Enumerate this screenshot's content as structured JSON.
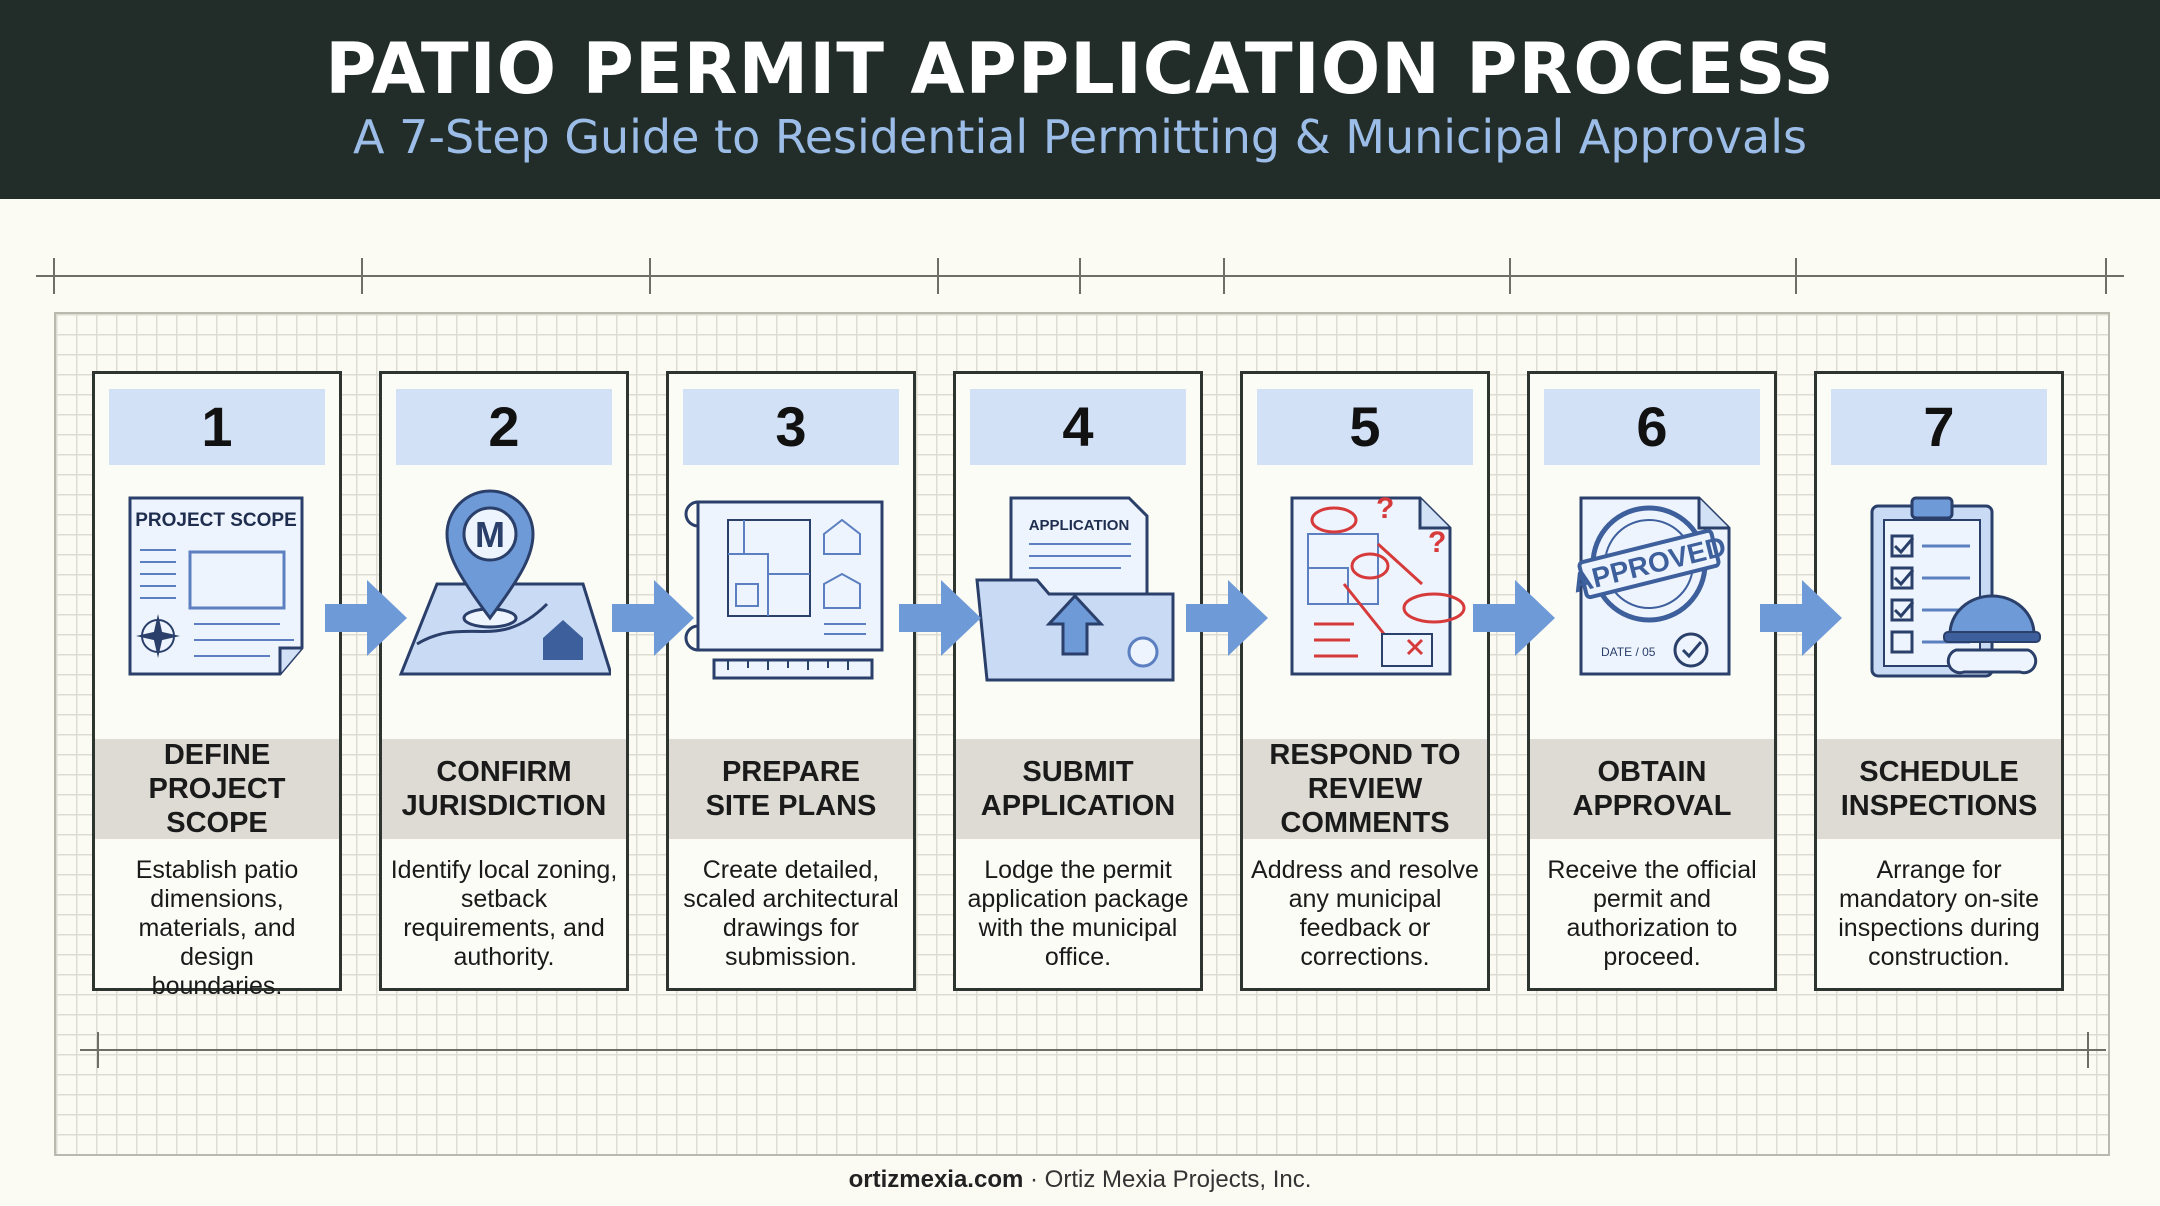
{
  "header": {
    "title": "PATIO PERMIT APPLICATION PROCESS",
    "subtitle": "A 7-Step Guide to Residential Permitting & Municipal Approvals"
  },
  "steps": [
    {
      "number": "1",
      "title": "DEFINE\nPROJECT SCOPE",
      "description": "Establish patio\ndimensions,\nmaterials, and design\nboundaries.",
      "icon": "project-scope-plan-icon",
      "icon_text": "PROJECT SCOPE"
    },
    {
      "number": "2",
      "title": "CONFIRM\nJURISDICTION",
      "description": "Identify local zoning,\nsetback\nrequirements, and\nauthority.",
      "icon": "map-pin-icon",
      "icon_text": "M"
    },
    {
      "number": "3",
      "title": "PREPARE\nSITE PLANS",
      "description": "Create detailed,\nscaled architectural\ndrawings for\nsubmission.",
      "icon": "blueprint-icon"
    },
    {
      "number": "4",
      "title": "SUBMIT\nAPPLICATION",
      "description": "Lodge the permit\napplication package\nwith the municipal\noffice.",
      "icon": "folder-upload-icon",
      "icon_text": "APPLICATION"
    },
    {
      "number": "5",
      "title": "RESPOND TO\nREVIEW\nCOMMENTS",
      "description": "Address and resolve\nany municipal\nfeedback or\ncorrections.",
      "icon": "marked-up-document-icon"
    },
    {
      "number": "6",
      "title": "OBTAIN\nAPPROVAL",
      "description": "Receive the official\npermit and\nauthorization to\nproceed.",
      "icon": "approved-stamp-icon",
      "icon_text": "APPROVED",
      "icon_date": "DATE / 05"
    },
    {
      "number": "7",
      "title": "SCHEDULE\nINSPECTIONS",
      "description": "Arrange for\nmandatory on-site\ninspections during\nconstruction.",
      "icon": "clipboard-hardhat-icon"
    }
  ],
  "footer": {
    "site": "ortizmexia.com",
    "separator": " · ",
    "company": "Ortiz Mexia Projects, Inc."
  },
  "colors": {
    "header_bg": "#222d2a",
    "accent_blue": "#6f9ad8",
    "number_bg": "#d3e1f7",
    "band_bg": "#dddbd3",
    "red_markup": "#d63a3a"
  }
}
